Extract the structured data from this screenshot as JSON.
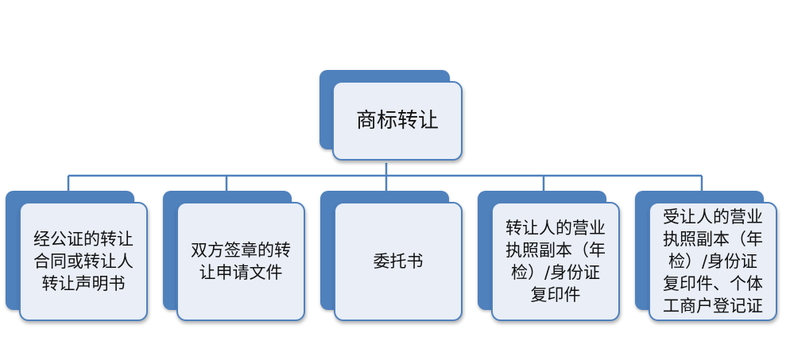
{
  "root": {
    "label": "商标转让"
  },
  "children": [
    {
      "label": "经公证的转让\n合同或转让人\n转让声明书"
    },
    {
      "label": "双方签章的转\n让申请文件"
    },
    {
      "label": "委托书"
    },
    {
      "label": "转让人的营业\n执照副本（年\n检）/身份证\n复印件"
    },
    {
      "label": "受让人的营业\n执照副本（年\n检）/身份证\n复印件、个体\n工商户登记证"
    }
  ],
  "colors": {
    "accent": "#4f81bd",
    "box_fill": "#e9eef7",
    "connector": "#4f81bd"
  }
}
